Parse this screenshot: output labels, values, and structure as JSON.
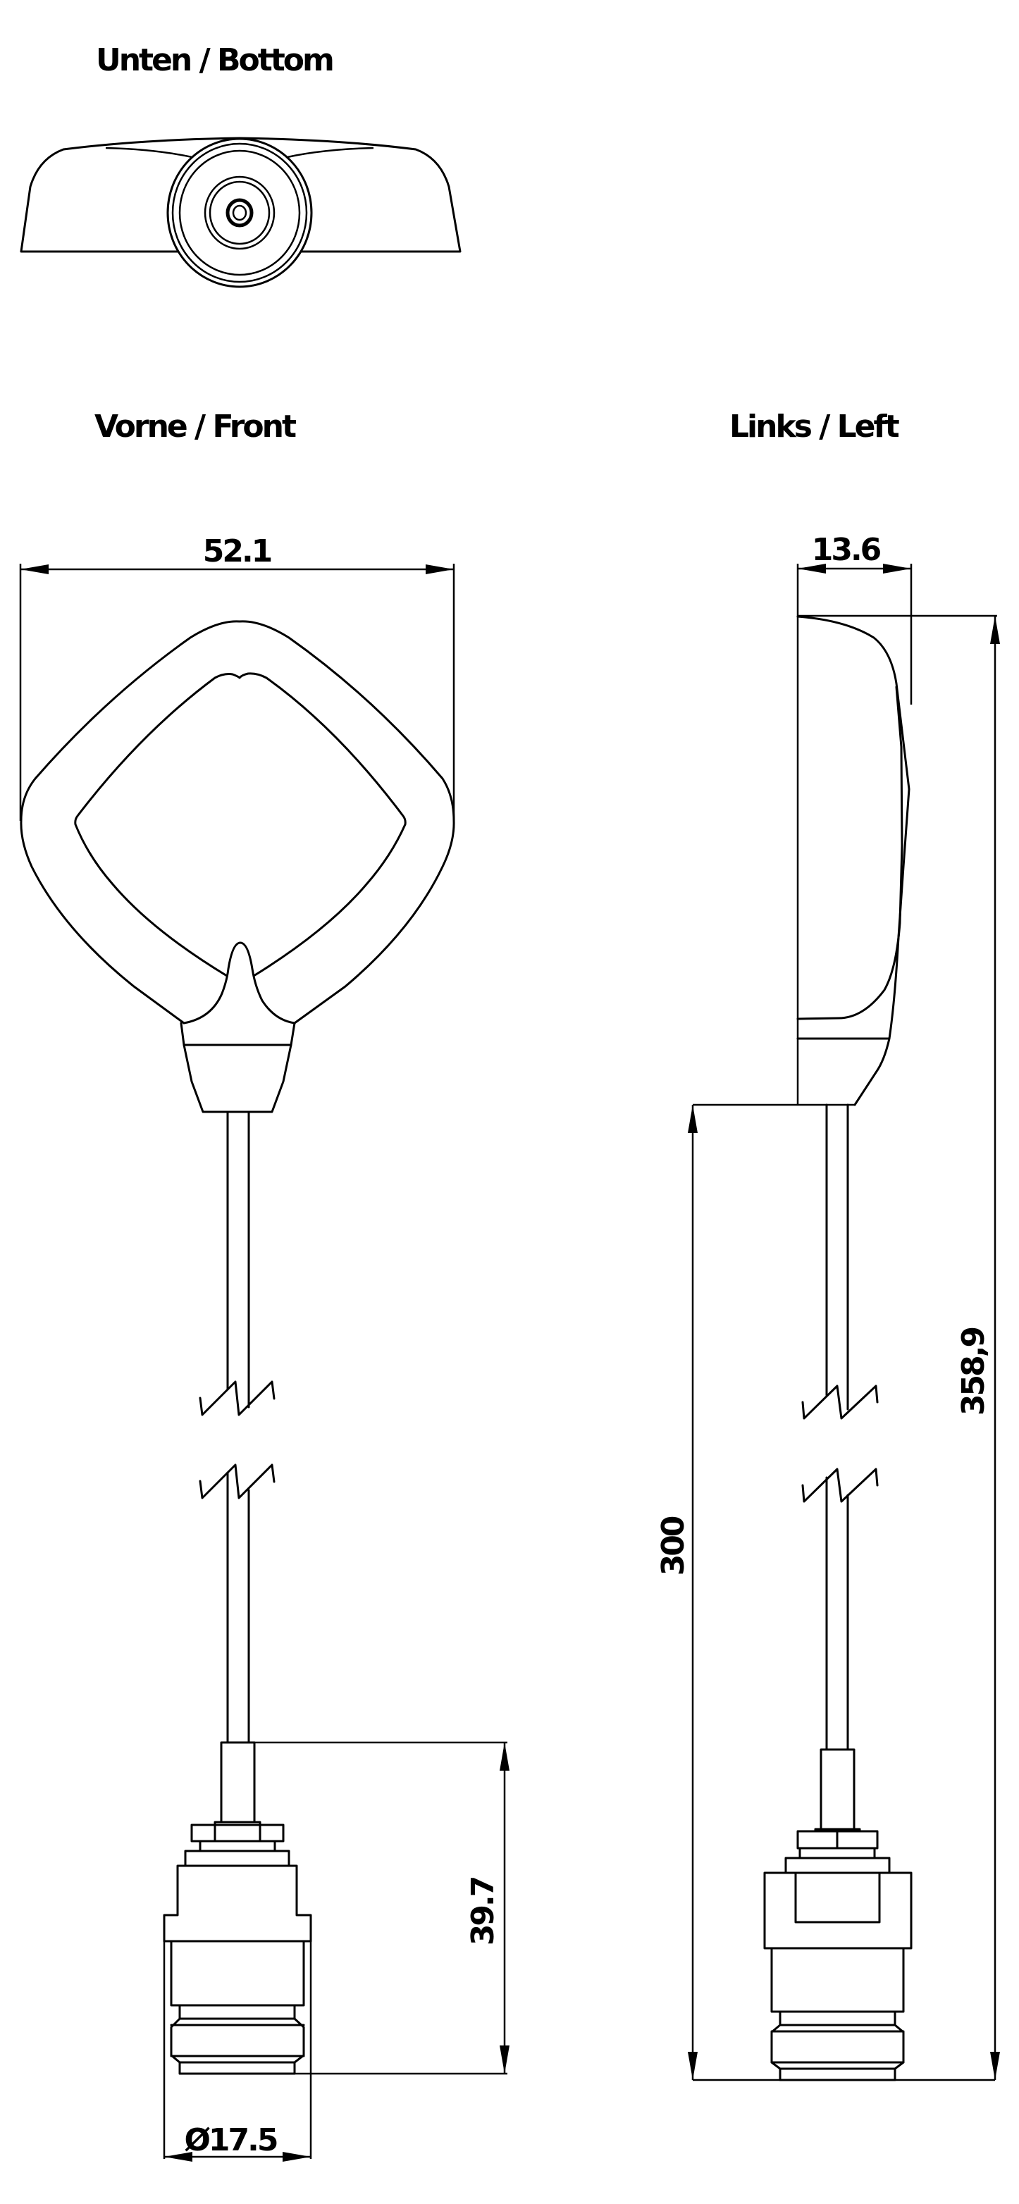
{
  "views": {
    "bottom": {
      "title": "Unten / Bottom"
    },
    "front": {
      "title": "Vorne / Front"
    },
    "left": {
      "title": "Links / Left"
    }
  },
  "dimensions": {
    "front_width": "52.1",
    "side_depth": "13.6",
    "connector_length": "39.7",
    "connector_diameter": "Ø17.5",
    "cable_length": "300",
    "overall_length": "358,9"
  },
  "style": {
    "line_color": "#000000",
    "background": "#ffffff"
  }
}
